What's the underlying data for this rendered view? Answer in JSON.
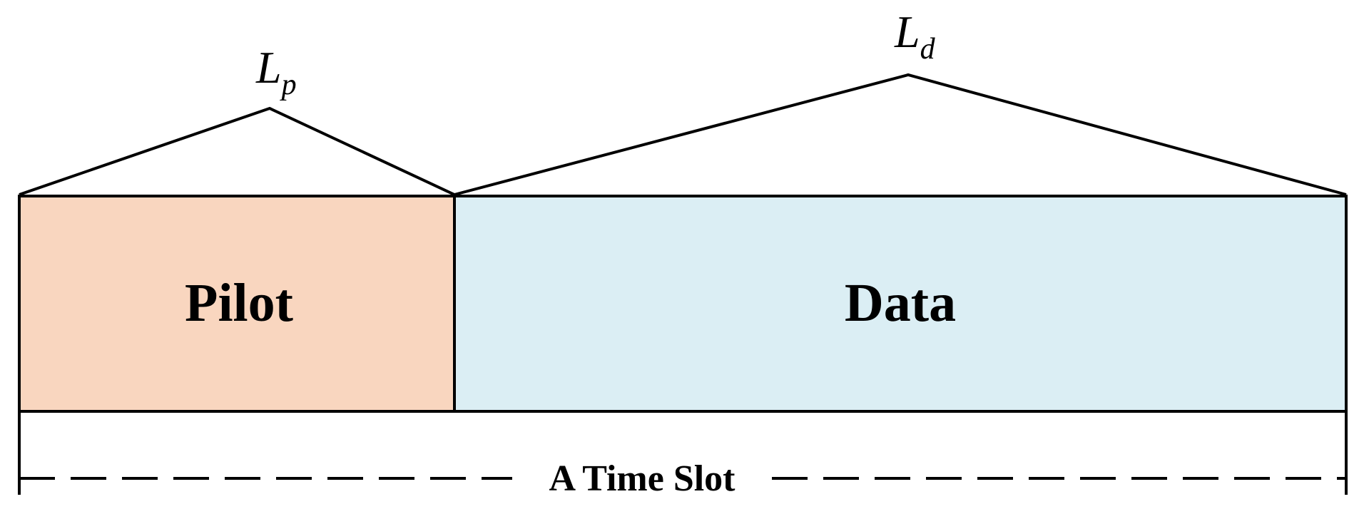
{
  "blocks": {
    "pilot": {
      "label": "Pilot",
      "fill": "#F9D6BF"
    },
    "data": {
      "label": "Data",
      "fill": "#DBEEF4"
    }
  },
  "brackets": {
    "pilot_length": {
      "symbol": "L",
      "subscript": "p"
    },
    "data_length": {
      "symbol": "L",
      "subscript": "d"
    }
  },
  "time_slot": {
    "label": "A Time Slot"
  },
  "colors": {
    "stroke": "#000000",
    "background": "#FFFFFF"
  }
}
